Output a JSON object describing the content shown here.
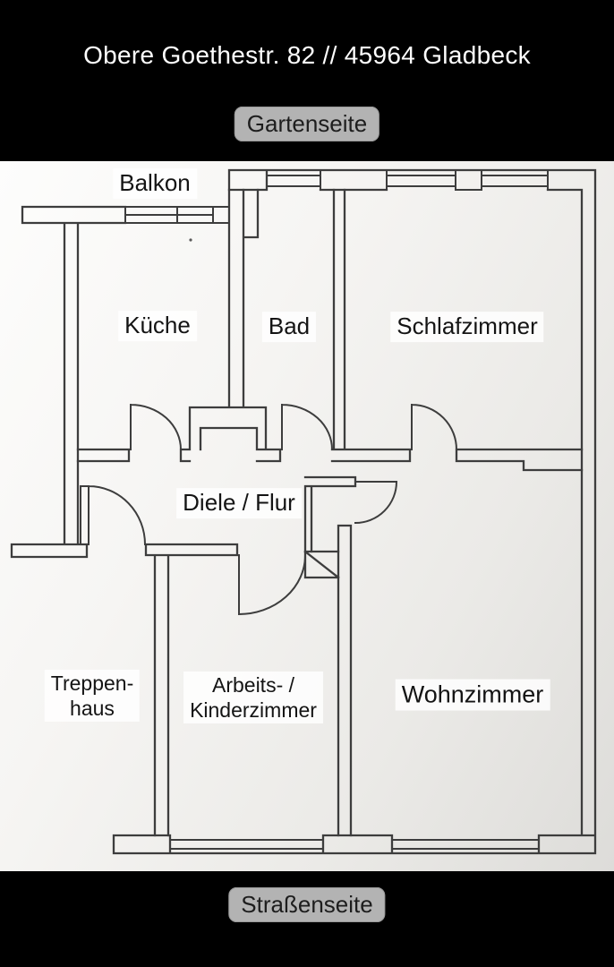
{
  "header": {
    "address": "Obere Goethestr. 82 // 45964 Gladbeck"
  },
  "orientation": {
    "top": "Gartenseite",
    "bottom": "Straßenseite"
  },
  "rooms": {
    "balkon": {
      "label": "Balkon"
    },
    "kueche": {
      "label": "Küche"
    },
    "bad": {
      "label": "Bad"
    },
    "schlafzimmer": {
      "label": "Schlafzimmer"
    },
    "diele": {
      "label": "Diele / Flur"
    },
    "treppenhaus": {
      "line1": "Treppen-",
      "line2": "haus"
    },
    "arbeitszimmer": {
      "line1": "Arbeits- /",
      "line2": "Kinderzimmer"
    },
    "wohnzimmer": {
      "label": "Wohnzimmer"
    }
  },
  "colors": {
    "page_background": "#000000",
    "paper": "#f1f0ed",
    "wall_line": "#3d3d3d",
    "badge_background": "#b3b3b3",
    "badge_text": "#1d1d1d",
    "title_text": "#ffffff",
    "room_label_text": "#141414",
    "label_highlight": "#ffffff"
  }
}
